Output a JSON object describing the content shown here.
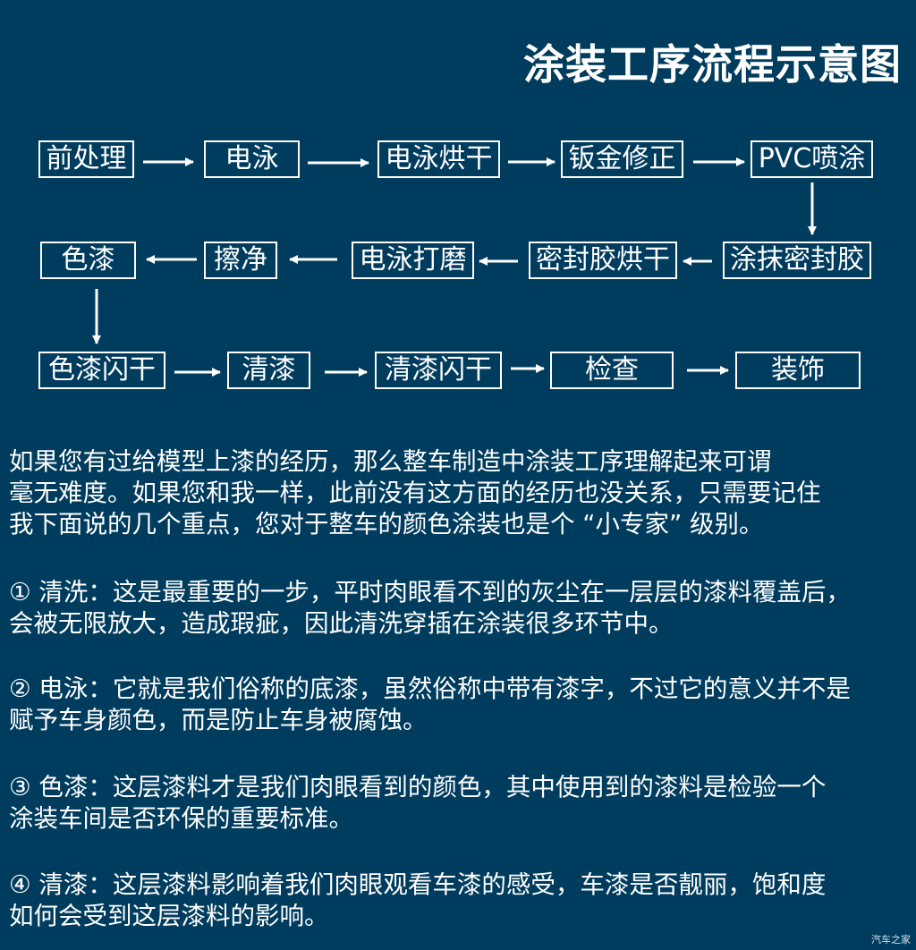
{
  "title": "涂装工序流程示意图",
  "flow": {
    "row1": [
      "前处理",
      "电泳",
      "电泳烘干",
      "钣金修正",
      "PVC喷涂"
    ],
    "row2": [
      "色漆",
      "擦净",
      "电泳打磨",
      "密封胶烘干",
      "涂抹密封胶"
    ],
    "row3": [
      "色漆闪干",
      "清漆",
      "清漆闪干",
      "检查",
      "装饰"
    ]
  },
  "paragraphs": [
    [
      "如果您有过给模型上漆的经历，那么整车制造中涂装工序理解起来可谓",
      "毫无难度。如果您和我一样，此前没有这方面的经历也没关系，只需要记住",
      "我下面说的几个重点，您对于整车的颜色涂装也是个 “小专家” 级别。"
    ],
    [
      "① 清洗：这是最重要的一步，平时肉眼看不到的灰尘在一层层的漆料覆盖后，",
      "会被无限放大，造成瑕疵，因此清洗穿插在涂装很多环节中。"
    ],
    [
      "② 电泳：它就是我们俗称的底漆，虽然俗称中带有漆字，不过它的意义并不是",
      "赋予车身颜色，而是防止车身被腐蚀。"
    ],
    [
      "③ 色漆：这层漆料才是我们肉眼看到的颜色，其中使用到的漆料是检验一个",
      "涂装车间是否环保的重要标准。"
    ],
    [
      "④ 清漆：这层漆料影响着我们肉眼观看车漆的感受，车漆是否靓丽，饱和度",
      "如何会受到这层漆料的影响。"
    ]
  ],
  "watermark": "汽车之家"
}
